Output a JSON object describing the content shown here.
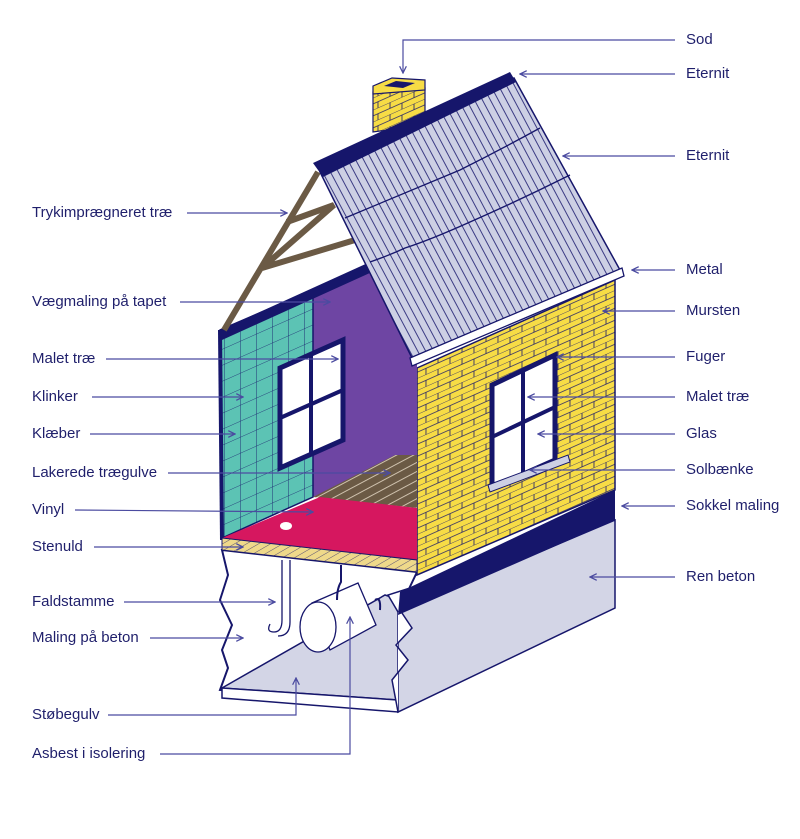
{
  "colors": {
    "navy": "#16166b",
    "roof": "#cdd0e4",
    "yellow": "#f7dc45",
    "teal": "#5cc3b4",
    "purple": "#6e45a3",
    "wood": "#6b5a45",
    "vinyl": "#d6175f",
    "concrete": "#d3d5e6",
    "insulation": "#efd98a"
  },
  "labels_left": [
    {
      "text": "Trykimprægneret træ"
    },
    {
      "text": "Vægmaling på tapet"
    },
    {
      "text": "Malet træ"
    },
    {
      "text": "Klinker"
    },
    {
      "text": "Klæber"
    },
    {
      "text": "Lakerede trægulve"
    },
    {
      "text": "Vinyl"
    },
    {
      "text": "Stenuld"
    },
    {
      "text": "Faldstamme"
    },
    {
      "text": "Maling på beton"
    },
    {
      "text": "Støbegulv"
    },
    {
      "text": "Asbest i isolering"
    }
  ],
  "labels_right": [
    {
      "text": "Sod"
    },
    {
      "text": "Eternit"
    },
    {
      "text": "Eternit"
    },
    {
      "text": "Metal"
    },
    {
      "text": "Mursten"
    },
    {
      "text": "Fuger"
    },
    {
      "text": "Malet træ"
    },
    {
      "text": "Glas"
    },
    {
      "text": "Solbænke"
    },
    {
      "text": "Sokkel maling"
    },
    {
      "text": "Ren beton"
    }
  ]
}
